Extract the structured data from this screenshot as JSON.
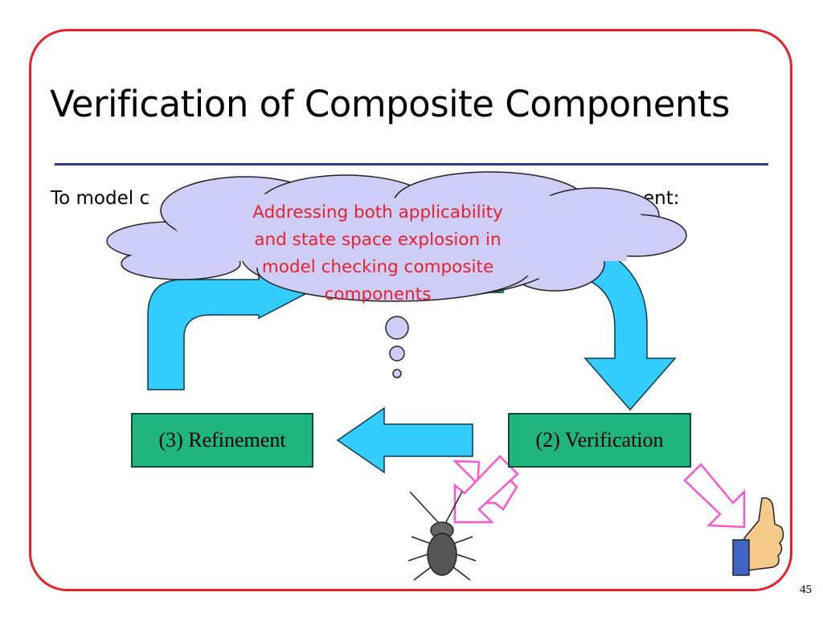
{
  "slide": {
    "title": "Verification of Composite Components",
    "bullet_left": "To model c",
    "bullet_right": "ent:",
    "cloud_callout": {
      "lines": [
        "Addressing both applicability",
        "and state space explosion in",
        "model checking composite",
        "components"
      ]
    },
    "boxes": {
      "refinement": "(3) Refinement",
      "verification": "(2) Verification"
    },
    "page_number": "45",
    "colors": {
      "frame": "#e8202a",
      "rule": "#2f3a8f",
      "cloud_fill": "#cdcdf7",
      "cloud_text": "#e8202a",
      "box_fill": "#20b47f",
      "arrow_fill": "#33ccff",
      "outline_arrow": "#ff55cc"
    },
    "icons": [
      "cockroach-icon",
      "thumbs-up-icon"
    ]
  }
}
